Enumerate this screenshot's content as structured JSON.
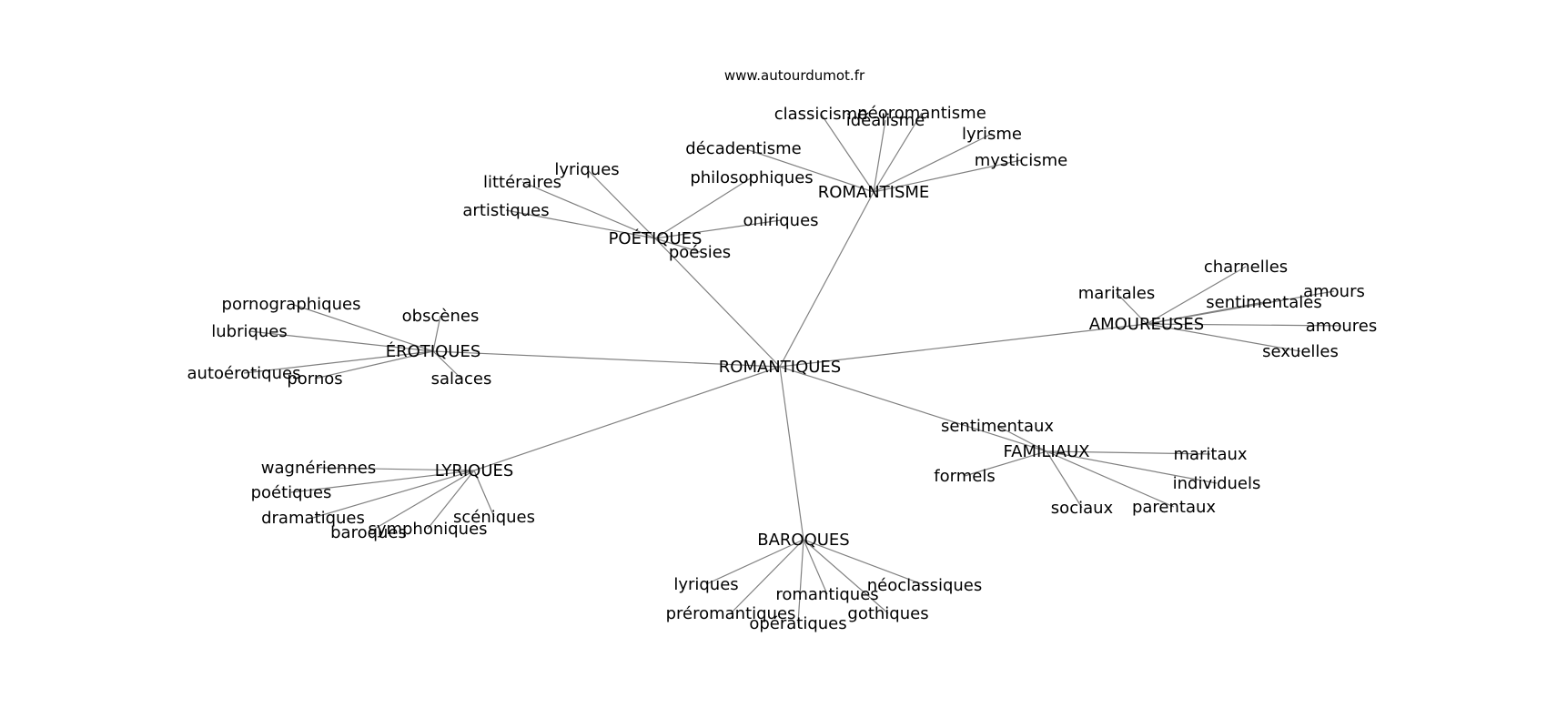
{
  "site": "www.autourdumot.fr",
  "root": "ROMANTIQUES",
  "groups": [
    {
      "id": "romantisme",
      "label": "ROMANTISME",
      "terms": [
        "classicisme",
        "néoromantisme",
        "idéalisme",
        "lyrisme",
        "mysticisme",
        "décadentisme"
      ]
    },
    {
      "id": "poetiques",
      "label": "POÉTIQUES",
      "terms": [
        "lyriques",
        "littéraires",
        "artistiques",
        "philosophiques",
        "oniriques",
        "poésies"
      ]
    },
    {
      "id": "amoureuses",
      "label": "AMOUREUSES",
      "terms": [
        "charnelles",
        "maritales",
        "sentimentales",
        "amours",
        "amoures",
        "sexuelles"
      ]
    },
    {
      "id": "erotiques",
      "label": "ÉROTIQUES",
      "terms": [
        "pornographiques",
        "lubriques",
        "obscènes",
        "autoérotiques",
        "pornos",
        "salaces"
      ]
    },
    {
      "id": "familiaux",
      "label": "FAMILIAUX",
      "terms": [
        "sentimentaux",
        "maritaux",
        "formels",
        "individuels",
        "sociaux",
        "parentaux"
      ]
    },
    {
      "id": "lyriques",
      "label": "LYRIQUES",
      "terms": [
        "wagnériennes",
        "poétiques",
        "dramatiques",
        "baroques",
        "symphoniques",
        "scéniques"
      ]
    },
    {
      "id": "baroques",
      "label": "BAROQUES",
      "terms": [
        "lyriques",
        "préromantiques",
        "romantiques",
        "néoclassiques",
        "opératiques",
        "gothiques"
      ]
    }
  ]
}
